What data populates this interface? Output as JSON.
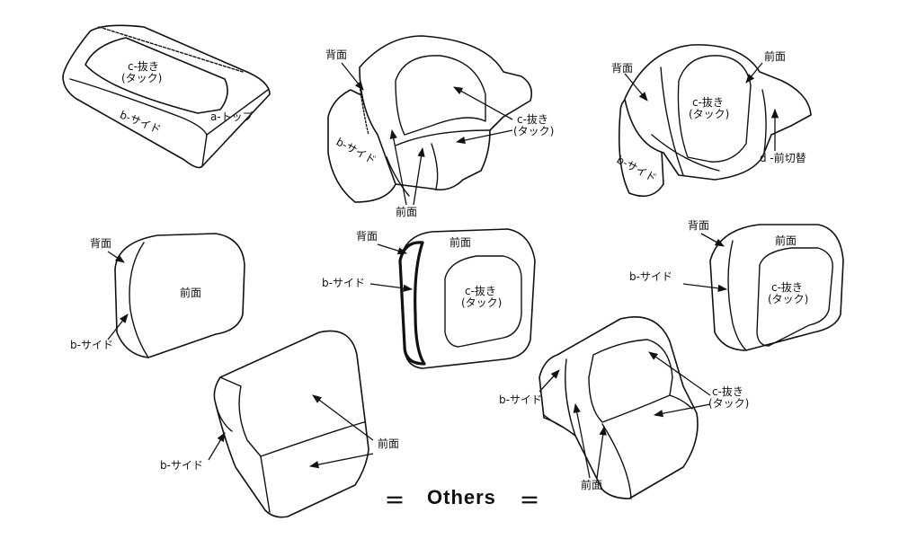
{
  "colors": {
    "line": "#111111",
    "background": "#ffffff"
  },
  "labels": {
    "haimen": "背面",
    "zenmen": "前面",
    "b_side": "b-サイド",
    "c_nuki": "c-抜き",
    "c_tuck": "(タック)",
    "a_top": "a-トップ",
    "d_maekiri": "d -前切替"
  },
  "footer": {
    "equals_left": "＝",
    "others": "Others",
    "equals_right": "＝"
  }
}
